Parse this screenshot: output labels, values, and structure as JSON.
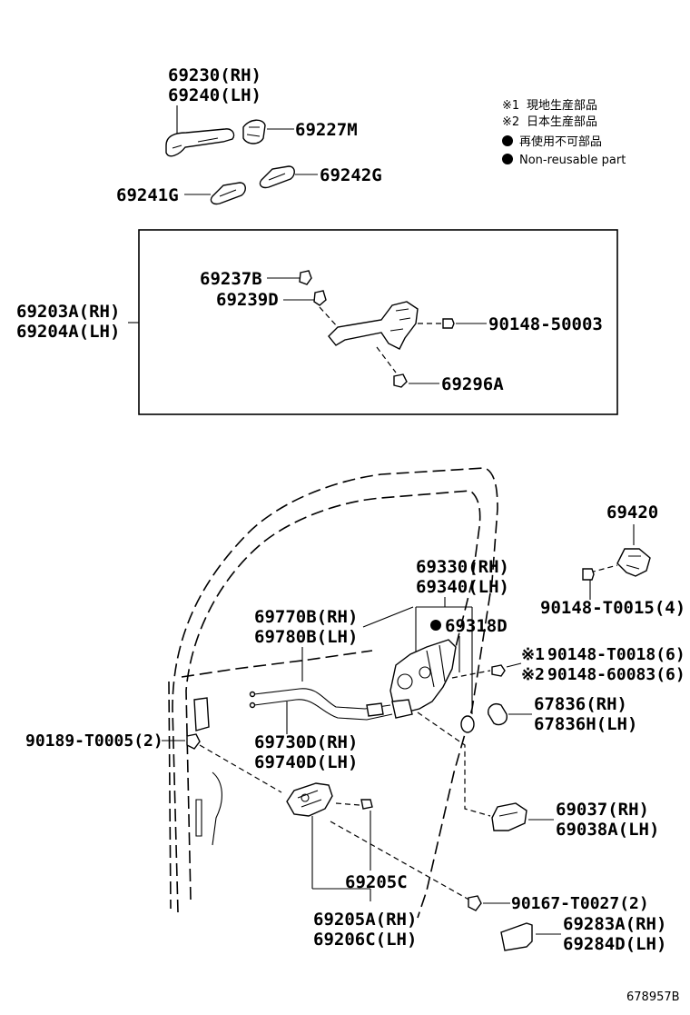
{
  "legend": [
    {
      "mark": "※1",
      "text": "現地生産部品"
    },
    {
      "mark": "※2",
      "text": "日本生産部品"
    },
    {
      "mark": "●",
      "text": "再使用不可部品"
    },
    {
      "mark": "●",
      "text": "Non-reusable part"
    }
  ],
  "parts": {
    "handle_rh": "69230(RH)",
    "handle_lh": "69240(LH)",
    "cap": "69227M",
    "pad_front": "69242G",
    "pad_rear": "69241G",
    "frame_box_rh": "69203A(RH)",
    "frame_box_lh": "69204A(LH)",
    "clip_b": "69237B",
    "clip_d": "69239D",
    "bolt_frame": "90148-50003",
    "screw_frame": "69296A",
    "striker": "69420",
    "striker_bolt": "90148-T0015(4)",
    "latch_rh": "69330(RH)",
    "latch_lh": "69340(LH)",
    "seal": "69318D",
    "seal_mark": "●",
    "cable_b_rh": "69770B(RH)",
    "cable_b_lh": "69780B(LH)",
    "screw_latch_1": "90148-T0018(6)",
    "screw_latch_1_mark": "※1",
    "screw_latch_2": "90148-60083(6)",
    "screw_latch_2_mark": "※2",
    "cushion_rh": "67836(RH)",
    "cushion_lh": "67836H(LH)",
    "cable_d_rh": "69730D(RH)",
    "cable_d_lh": "69740D(LH)",
    "clip_panel": "90189-T0005(2)",
    "cover_rh": "69037(RH)",
    "cover_lh": "69038A(LH)",
    "inside_clip": "69205C",
    "inside_handle_rh": "69205A(RH)",
    "inside_handle_lh": "69206C(LH)",
    "screw_inside": "90167-T0027(2)",
    "bezel_rh": "69283A(RH)",
    "bezel_lh": "69284D(LH)"
  },
  "drawing_code": "678957B"
}
